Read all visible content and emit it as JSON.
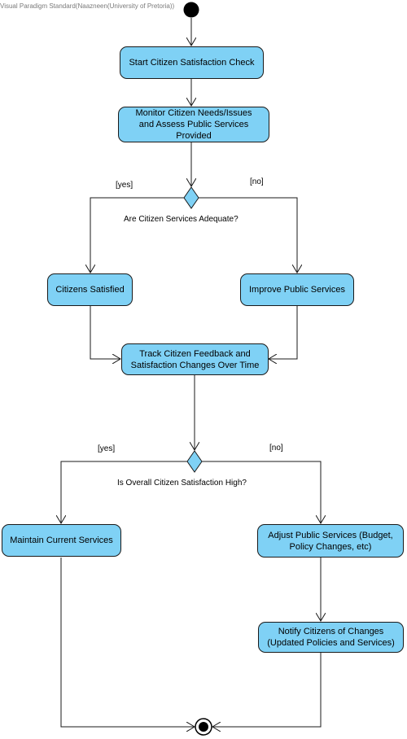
{
  "watermark": "Visual Paradigm Standard(Naazneen(University of Pretoria))",
  "actions": {
    "start_check": "Start Citizen Satisfaction Check",
    "monitor_line1": "Monitor Citizen Needs/Issues",
    "monitor_line2": "and Assess Public Services",
    "monitor_line3": "Provided",
    "citizens_satisfied": "Citizens Satisfied",
    "improve_services": "Improve Public Services",
    "track_line1": "Track Citizen Feedback and",
    "track_line2": "Satisfaction Changes Over Time",
    "maintain_services": "Maintain Current Services",
    "adjust_line1": "Adjust Public Services (Budget,",
    "adjust_line2": "Policy Changes, etc)",
    "notify_line1": "Notify Citizens of Changes",
    "notify_line2": "(Updated Policies and Services)"
  },
  "decisions": {
    "services_adequate": "Are Citizen Services Adequate?",
    "satisfaction_high": "Is Overall Citizen Satisfaction High?"
  },
  "guards": {
    "yes_1": "[yes]",
    "no_1": "[no]",
    "yes_2": "[yes]",
    "no_2": "[no]"
  },
  "colors": {
    "node_fill": "#7fd1f5",
    "line": "#1a1a1a"
  }
}
